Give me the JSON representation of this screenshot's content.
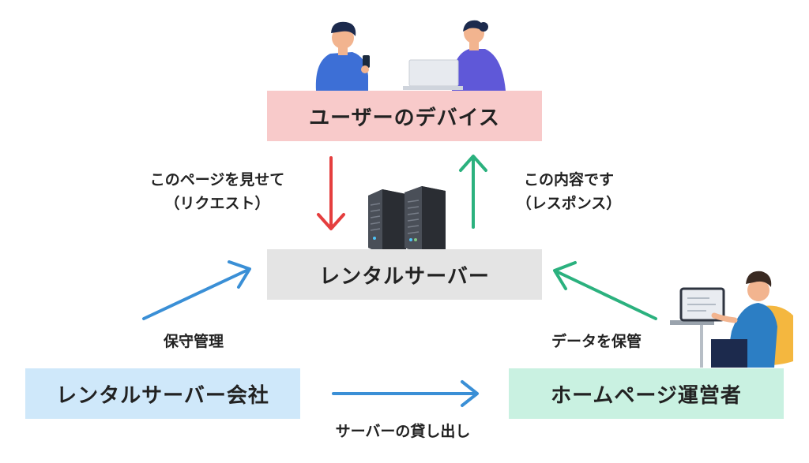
{
  "boxes": {
    "user_devices": "ユーザーのデバイス",
    "rental_server": "レンタルサーバー",
    "server_company": "レンタルサーバー会社",
    "site_owner": "ホームページ運営者"
  },
  "labels": {
    "request_line1": "このページを見せて",
    "request_line2": "（リクエスト）",
    "response_line1": "この内容です",
    "response_line2": "（レスポンス）",
    "maintenance": "保守管理",
    "store_data": "データを保管",
    "lend_server": "サーバーの貸し出し"
  },
  "colors": {
    "user_box": "#f8caca",
    "server_box": "#e4e4e4",
    "company_box": "#cfe8fa",
    "owner_box": "#c9f1e1",
    "request_arrow": "#e53e3e",
    "response_arrow": "#2bb17e",
    "blue_arrow": "#3a8fd6",
    "green_arrow": "#2bb17e"
  },
  "icons": [
    "person-with-phone-icon",
    "person-with-laptop-icon",
    "server-rack-icon",
    "person-at-desk-icon"
  ]
}
